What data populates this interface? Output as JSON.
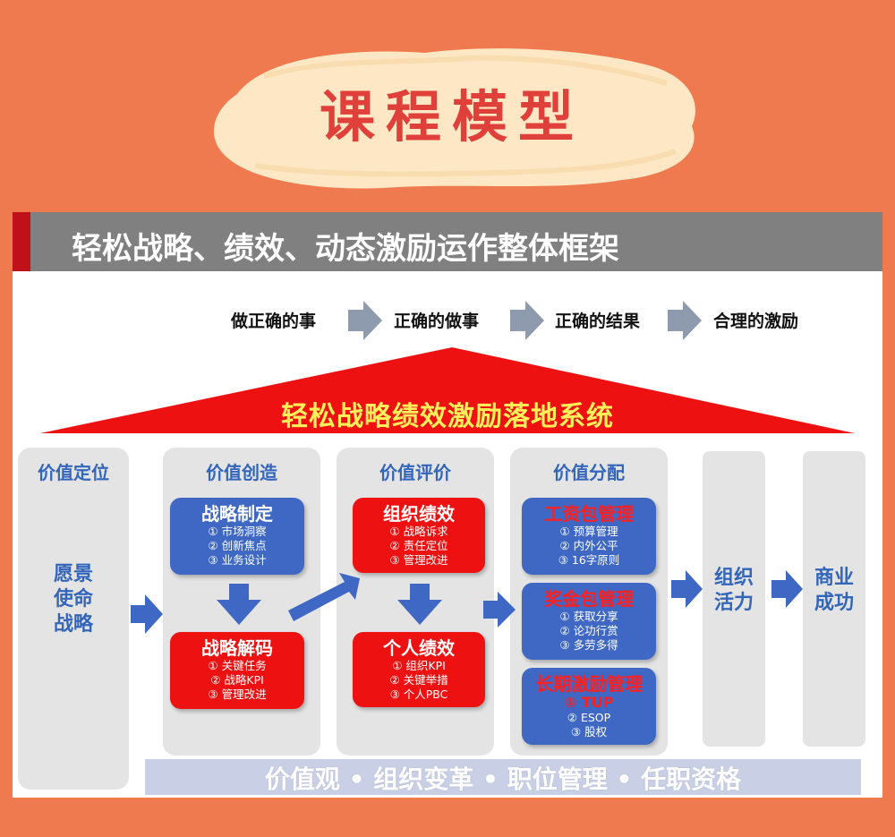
{
  "course_title": "课程模型",
  "header_title": "轻松战略、绩效、动态激励运作整体框架",
  "flow_steps": [
    "做正确的事",
    "正确的做事",
    "正确的结果",
    "合理的激励"
  ],
  "roof_title": "轻松战略绩效激励落地系统",
  "columns": {
    "positioning": {
      "title": "价值定位",
      "lines": [
        "愿景",
        "使命",
        "战略"
      ]
    },
    "creation": {
      "title": "价值创造",
      "top": {
        "title": "战略制定",
        "items": [
          "① 市场洞察",
          "② 创新焦点",
          "③ 业务设计"
        ]
      },
      "bottom": {
        "title": "战略解码",
        "items": [
          "① 关键任务",
          "② 战略KPI",
          "③ 管理改进"
        ]
      }
    },
    "evaluation": {
      "title": "价值评价",
      "top": {
        "title": "组织绩效",
        "items": [
          "① 战略诉求",
          "② 责任定位",
          "③ 管理改进"
        ]
      },
      "bottom": {
        "title": "个人绩效",
        "items": [
          "① 组织KPI",
          "② 关键举措",
          "③ 个人PBC"
        ]
      }
    },
    "distribution": {
      "title": "价值分配",
      "cards": [
        {
          "title": "工资包管理",
          "items": [
            "① 预算管理",
            "② 内外公平",
            "③ 16字原则"
          ]
        },
        {
          "title": "奖金包管理",
          "items": [
            "① 获取分享",
            "② 论功行赏",
            "③ 多劳多得"
          ]
        },
        {
          "title": "长期激励管理",
          "sub": "① TUP",
          "items": [
            "② ESOP",
            "③ 股权"
          ]
        }
      ]
    },
    "vitality": {
      "lines": [
        "组织",
        "活力"
      ]
    },
    "success": {
      "lines": [
        "商业",
        "成功"
      ]
    }
  },
  "footer": "价值观 • 组织变革 • 职位管理 • 任职资格",
  "colors": {
    "background": "#f07a4f",
    "accent_red": "#ee1111",
    "card_blue": "#3f68c4",
    "arrow_blue": "#3f68c4",
    "header_gray": "#808080",
    "label_blue": "#3366bb"
  }
}
